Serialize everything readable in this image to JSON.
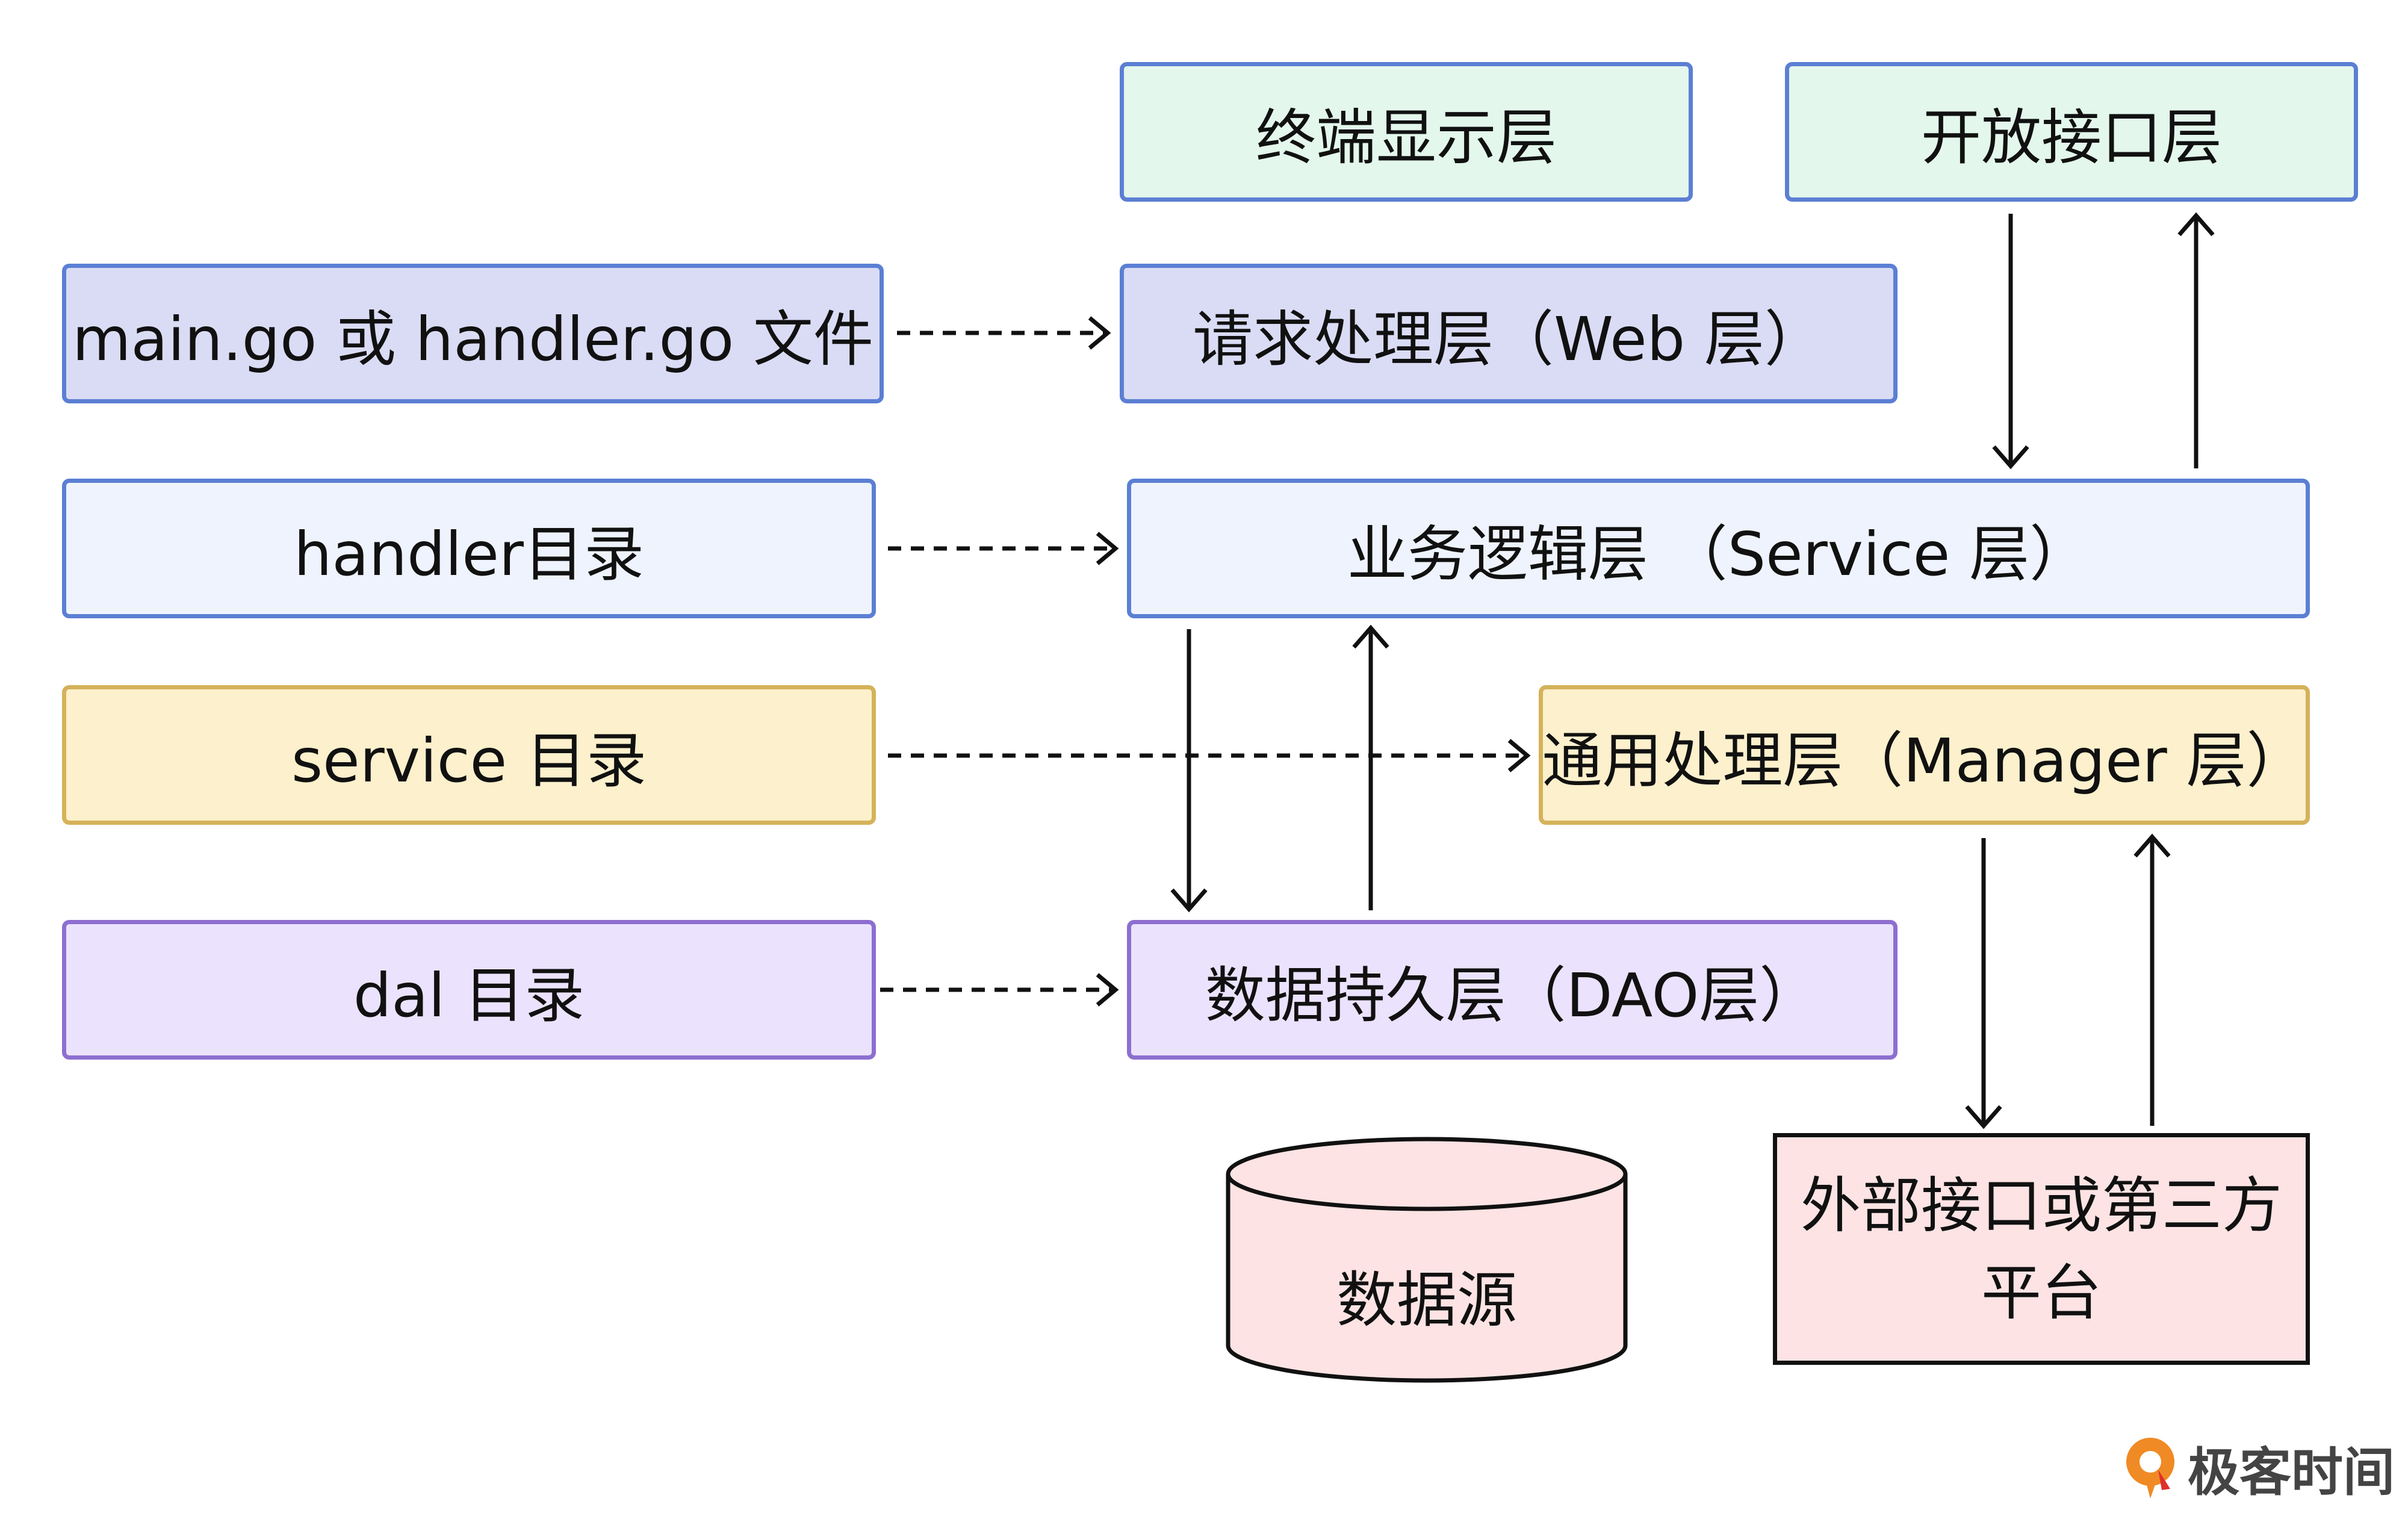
{
  "left_labels": {
    "main_go": "main.go 或 handler.go 文件",
    "handler_dir": "handler目录",
    "service_dir": "service 目录",
    "dal_dir": "dal 目录"
  },
  "layers": {
    "terminal": "终端显示层",
    "open_api": "开放接口层",
    "web": "请求处理层（Web 层）",
    "service": "业务逻辑层 （Service 层）",
    "manager": "通用处理层（Manager 层）",
    "dao": "数据持久层（DAO层）"
  },
  "datasource": "数据源",
  "external": {
    "line1": "外部接口或第三方",
    "line2": "平台"
  },
  "logo": {
    "text": "极客时间"
  },
  "colors": {
    "blue_dark_fill": "#dadcf5",
    "blue_light_fill": "#eef3fd",
    "yellow_fill": "#fdf0cc",
    "purple_fill": "#ebe2fd",
    "green_fill": "#e3f7ec",
    "pink_fill": "#fde3e3",
    "logo_orange": "#f08a24"
  }
}
